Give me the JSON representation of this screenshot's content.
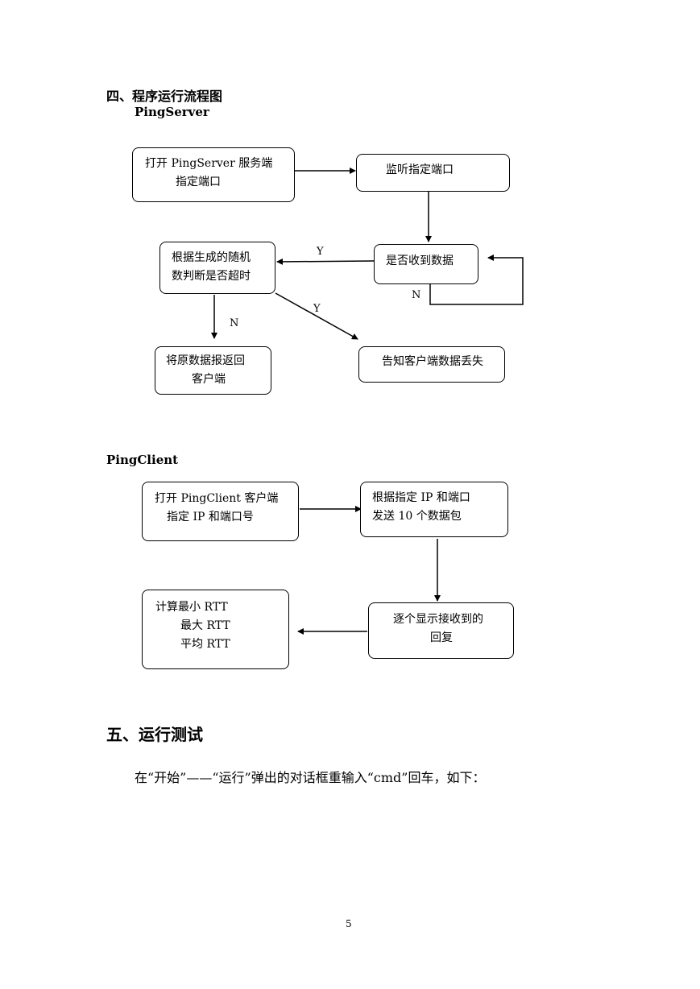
{
  "section4_title": "四、程序运行流程图",
  "server": {
    "heading": "PingServer",
    "open_line1": "打开 PingServer 服务端",
    "open_line2": "指定端口",
    "listen": "监听指定端口",
    "check_line1": "根据生成的随机",
    "check_line2": "数判断是否超时",
    "received": "是否收到数据",
    "return_line1": "将原数据报返回",
    "return_line2": "客户端",
    "lost": "告知客户端数据丢失",
    "label_y1": "Y",
    "label_n1": "N",
    "label_y2": "Y",
    "label_n2": "N"
  },
  "client": {
    "heading": "PingClient",
    "open_line1": "打开 PingClient 客户端",
    "open_line2": "指定 IP 和端口号",
    "send_line1": "根据指定 IP 和端口",
    "send_line2": "发送 10 个数据包",
    "calc_line1": "计算最小 RTT",
    "calc_line2": "最大 RTT",
    "calc_line3": "平均 RTT",
    "show_line1": "逐个显示接收到的",
    "show_line2": "回复"
  },
  "section5_title": "五、运行测试",
  "paragraph": "在“开始”——“运行”弹出的对话框重输入“cmd”回车，如下：",
  "page_number": "5"
}
